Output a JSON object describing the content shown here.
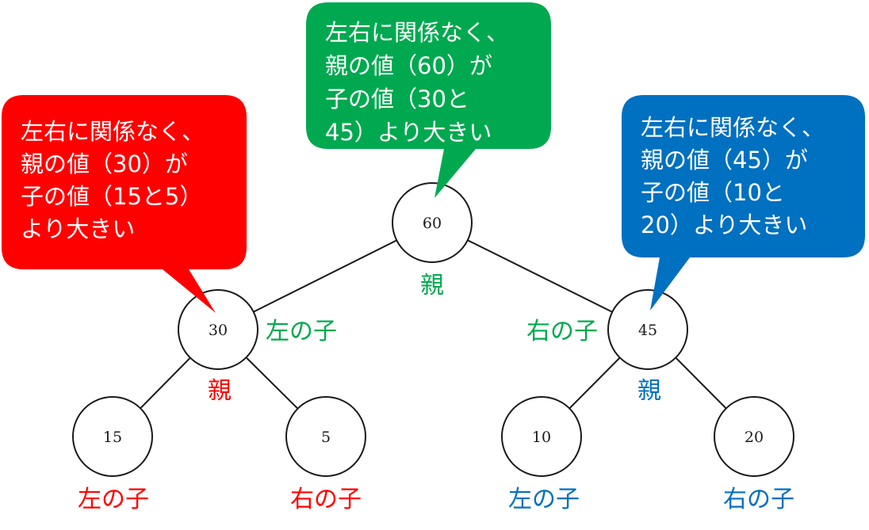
{
  "colors": {
    "red": "#FF0000",
    "green": "#00A94F",
    "blue": "#0070C0",
    "line": "#1a1a1a",
    "node_fill": "#ffffff"
  },
  "tree": {
    "nodes": [
      {
        "id": "n60",
        "value": "60"
      },
      {
        "id": "n30",
        "value": "30"
      },
      {
        "id": "n45",
        "value": "45"
      },
      {
        "id": "n15",
        "value": "15"
      },
      {
        "id": "n5",
        "value": "5"
      },
      {
        "id": "n10",
        "value": "10"
      },
      {
        "id": "n20",
        "value": "20"
      }
    ],
    "edges": [
      [
        "n60",
        "n30"
      ],
      [
        "n60",
        "n45"
      ],
      [
        "n30",
        "n15"
      ],
      [
        "n30",
        "n5"
      ],
      [
        "n45",
        "n10"
      ],
      [
        "n45",
        "n20"
      ]
    ]
  },
  "labels": {
    "parent": "親",
    "left_child": "左の子",
    "right_child": "右の子"
  },
  "callouts": {
    "red": {
      "lines": [
        "左右に関係なく、",
        "親の値（30）が",
        "子の値（15と5）",
        "より大きい"
      ]
    },
    "green": {
      "lines": [
        "左右に関係なく、",
        "親の値（60）が",
        "子の値（30と",
        "45）より大きい"
      ]
    },
    "blue": {
      "lines": [
        "左右に関係なく、",
        "親の値（45）が",
        "子の値（10と",
        "20）より大きい"
      ]
    }
  }
}
